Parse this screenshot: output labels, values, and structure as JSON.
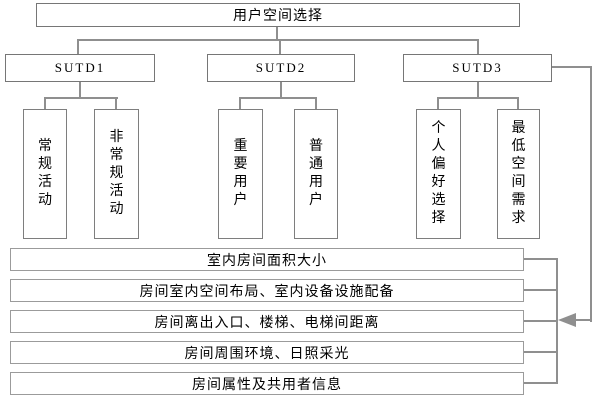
{
  "diagram": {
    "root": {
      "label": "用户空间选择"
    },
    "groups": [
      {
        "label": "SUTD1",
        "children": [
          {
            "label": "常规活动"
          },
          {
            "label": "非常规活动"
          }
        ]
      },
      {
        "label": "SUTD2",
        "children": [
          {
            "label": "重要用户"
          },
          {
            "label": "普通用户"
          }
        ]
      },
      {
        "label": "SUTD3",
        "children": [
          {
            "label": "个人偏好选择"
          },
          {
            "label": "最低空间需求"
          }
        ]
      }
    ],
    "criteria": [
      {
        "label": "室内房间面积大小"
      },
      {
        "label": "房间室内空间布局、室内设备设施配备"
      },
      {
        "label": "房间离出入口、楼梯、电梯间距离"
      },
      {
        "label": "房间周围环境、日照采光"
      },
      {
        "label": "房间属性及共用者信息"
      }
    ],
    "colors": {
      "line": "#8f8f8f",
      "box_border": "#767676",
      "bar_border": "#9b9b9b",
      "text": "#000000",
      "background": "#ffffff"
    }
  }
}
